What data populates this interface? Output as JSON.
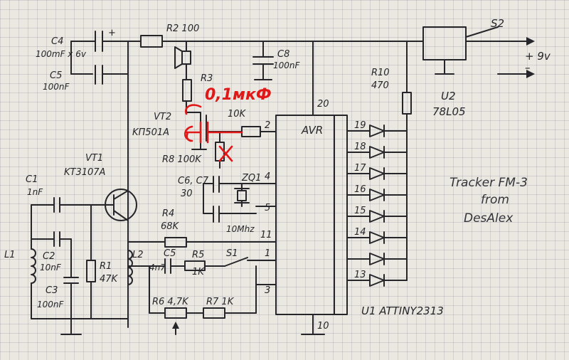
{
  "schematic": {
    "components": {
      "c4": "C4",
      "c4_val": "100mF x 6v",
      "c5": "C5",
      "c5_val": "100nF",
      "r2": "R2 100",
      "c8": "C8",
      "c8_val": "100nF",
      "r3": "R3",
      "vt2": "VT2",
      "vt2_type": "KП501A",
      "r9_val": "10K",
      "r8": "R8 100K",
      "vt1": "VT1",
      "vt1_type": "KT3107A",
      "c1": "C1",
      "c1_val": "1nF",
      "l1": "L1",
      "c2": "C2",
      "c2_val": "10nF",
      "c3": "C3",
      "c3_val": "100nF",
      "r1": "R1",
      "r1_val": "47K",
      "l2": "L2",
      "c6c7": "C6, C7",
      "c6c7_val": "30",
      "zq1": "ZQ1",
      "zq1_val": "10Mhz",
      "r4": "R4",
      "r4_val": "68K",
      "c5b": "C5",
      "c5b_val": "4n7",
      "r5": "R5",
      "r5_val": "1K",
      "s1": "S1",
      "r6": "R6 4,7K",
      "r7": "R7 1K",
      "r10": "R10",
      "r10_val": "470",
      "u2": "U2",
      "u2_type": "78L05",
      "s2": "S2",
      "supply": "+ 9v",
      "supply_minus": "–",
      "u1": "U1 ATTINY2313",
      "avr": "AVR"
    },
    "pins": {
      "p20": "20",
      "p2": "2",
      "p4": "4",
      "p5": "5",
      "p11": "11",
      "p1": "1",
      "p3": "3",
      "p10": "10",
      "led": [
        "19",
        "18",
        "17",
        "16",
        "15",
        "14",
        "13"
      ]
    },
    "annotation": {
      "red_note": "0,1мкФ",
      "red_mark": "X"
    },
    "credit": {
      "line1": "Tracker FM-3",
      "line2": "from",
      "line3": "DesAlex"
    }
  }
}
